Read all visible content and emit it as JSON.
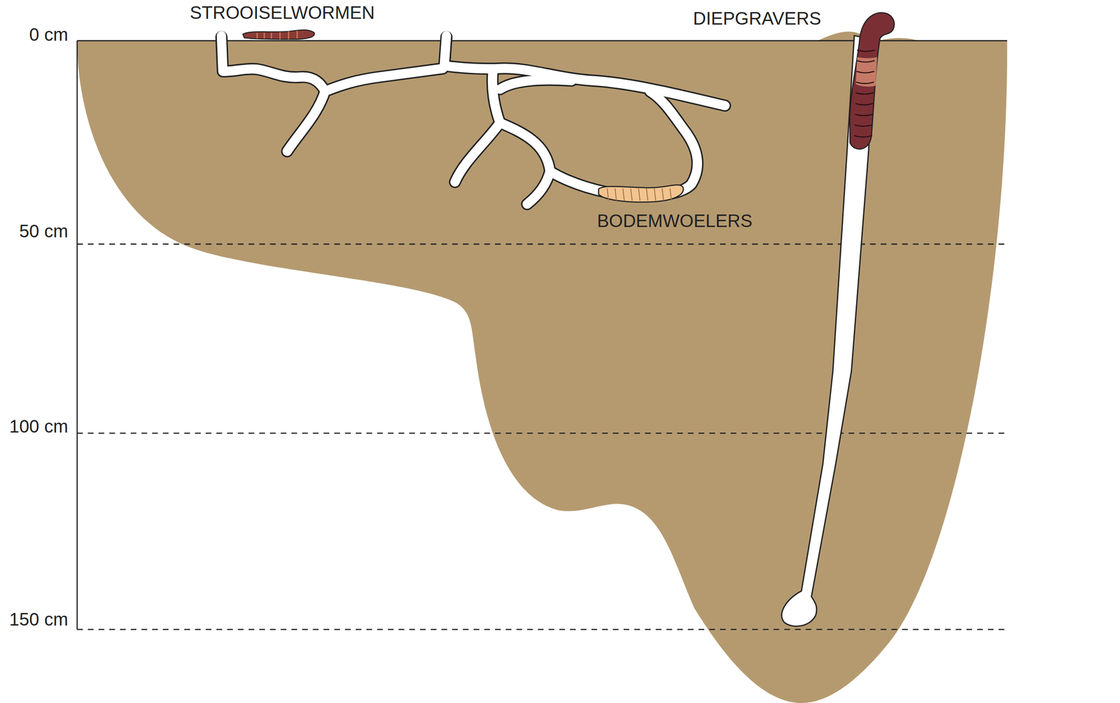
{
  "diagram": {
    "labels": [
      "STROOISELWORMEN",
      "DIEPGRAVERS",
      "0 cm",
      "BODEMWOELERS",
      "50 cm",
      "100 cm",
      "150 cm"
    ]
  }
}
